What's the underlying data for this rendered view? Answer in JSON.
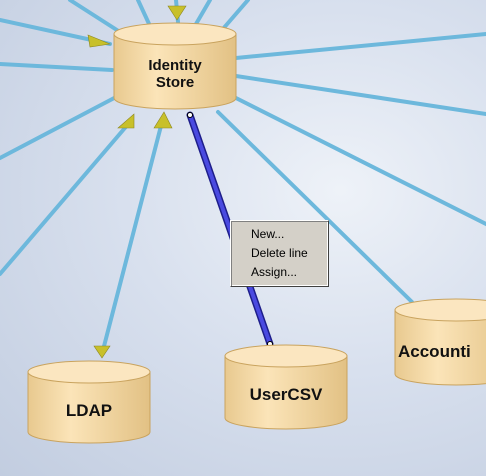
{
  "nodes": {
    "identity_store": [
      "Identity",
      "Store"
    ],
    "ldap": "LDAP",
    "user_csv": "UserCSV",
    "accounting": "Accounti"
  },
  "context_menu": {
    "items": [
      "New...",
      "Delete line",
      "Assign..."
    ]
  },
  "colors": {
    "connector": "#6db8dc",
    "selected_connector": "#3838c8",
    "node_fill": "#f6d9a6",
    "arrow_head": "#c8c02a"
  }
}
